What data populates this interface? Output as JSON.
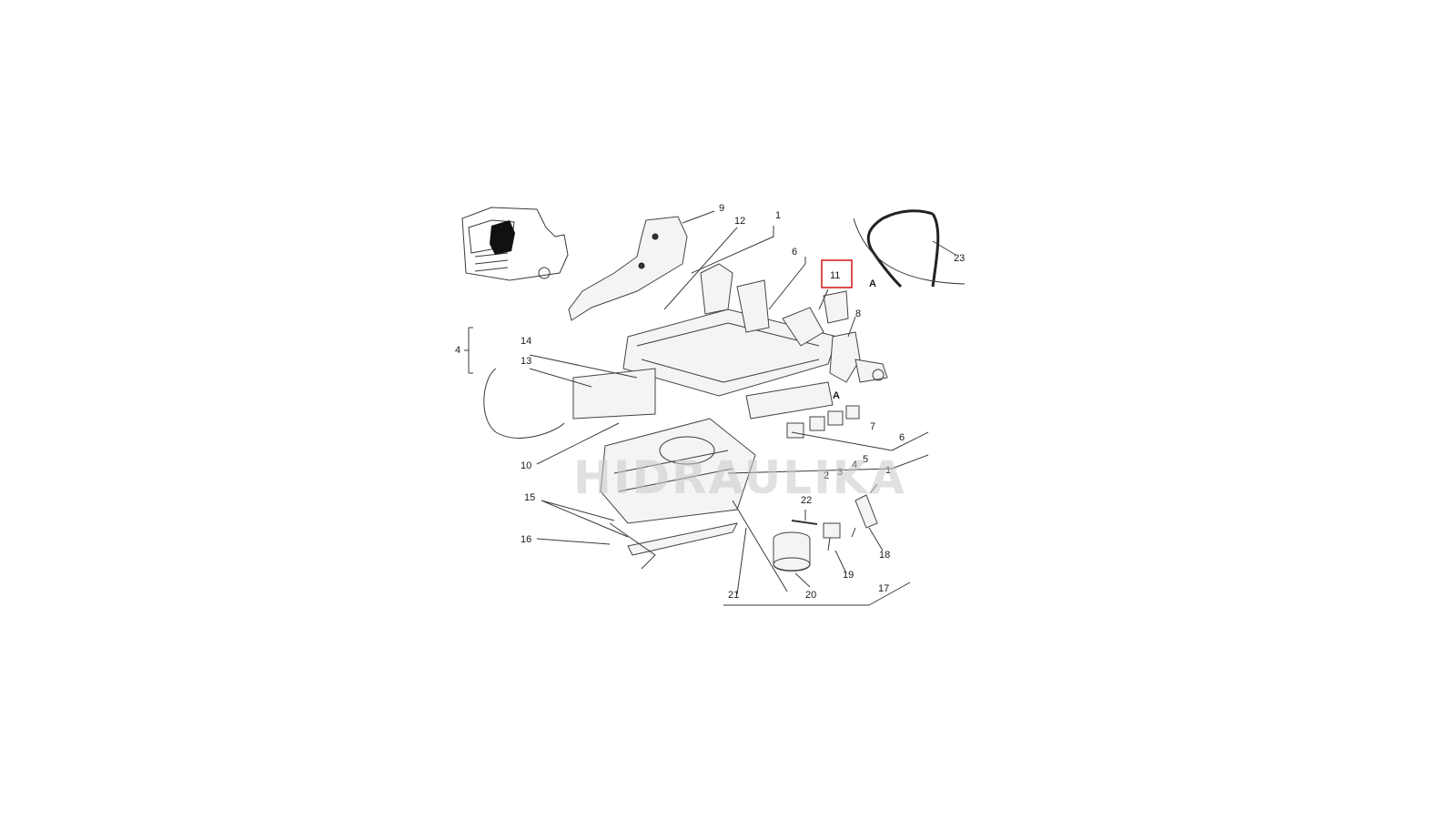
{
  "diagram": {
    "callouts": [
      "1",
      "2",
      "3",
      "4",
      "5",
      "6",
      "7",
      "8",
      "9",
      "10",
      "11",
      "12",
      "13",
      "14",
      "15",
      "16",
      "17",
      "18",
      "19",
      "20",
      "21",
      "22",
      "23"
    ],
    "view_label": "A",
    "highlighted_callout": "11",
    "watermark": "HIDRAULIKA",
    "colors": {
      "highlight": "#d22222",
      "line": "#3a3a3a",
      "background": "#ffffff"
    }
  }
}
